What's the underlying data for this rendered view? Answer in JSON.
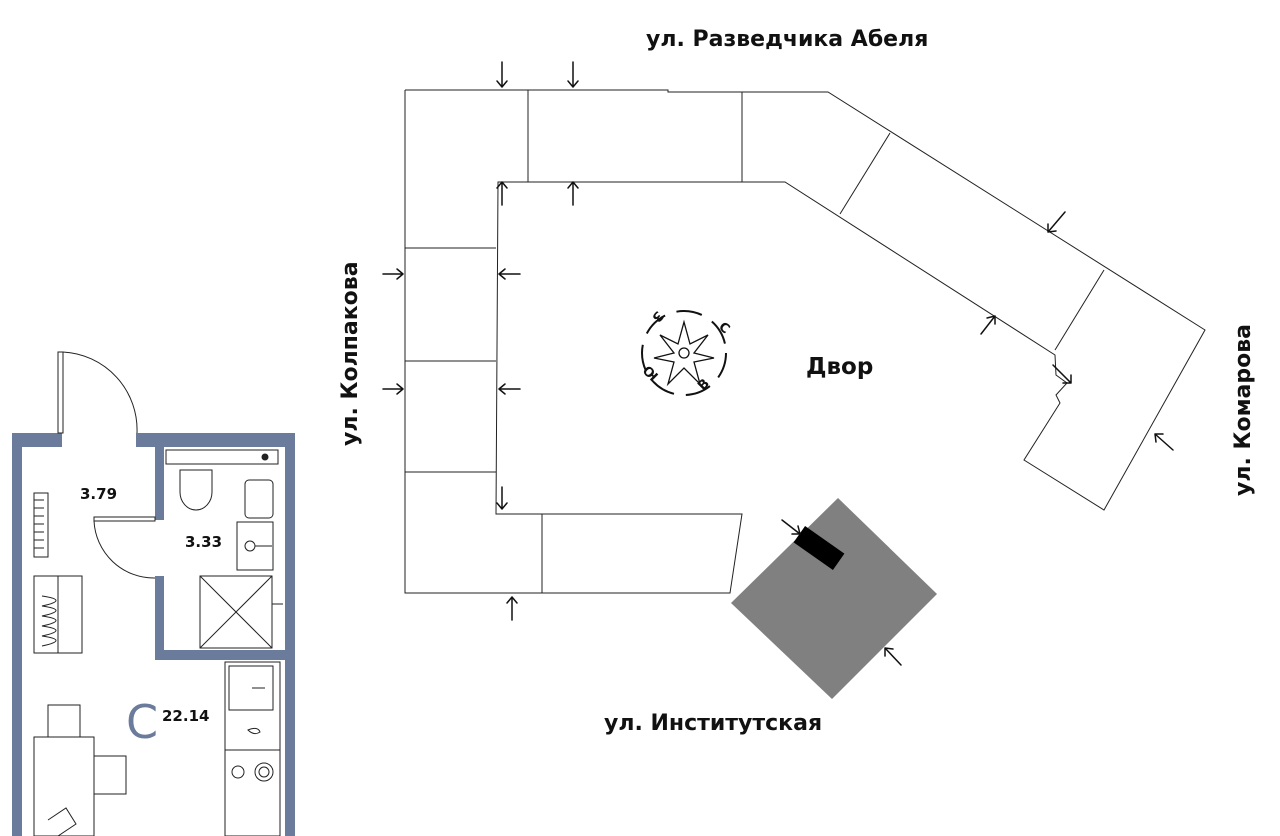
{
  "streets": {
    "north": "ул. Разведчика Абеля",
    "west": "ул. Колпакова",
    "east": "ул. Комарова",
    "south": "ул. Институтская"
  },
  "courtyard_label": "Двор",
  "compass": {
    "n": "С",
    "s": "Ю",
    "w": "З",
    "e": "В"
  },
  "apartment": {
    "type_letter": "С",
    "total_area": "22.14",
    "hall_area": "3.79",
    "bath_area": "3.33"
  },
  "colors": {
    "wall": "#6b7b9b",
    "highlight_building": "#808080",
    "entrance": "#000000"
  }
}
